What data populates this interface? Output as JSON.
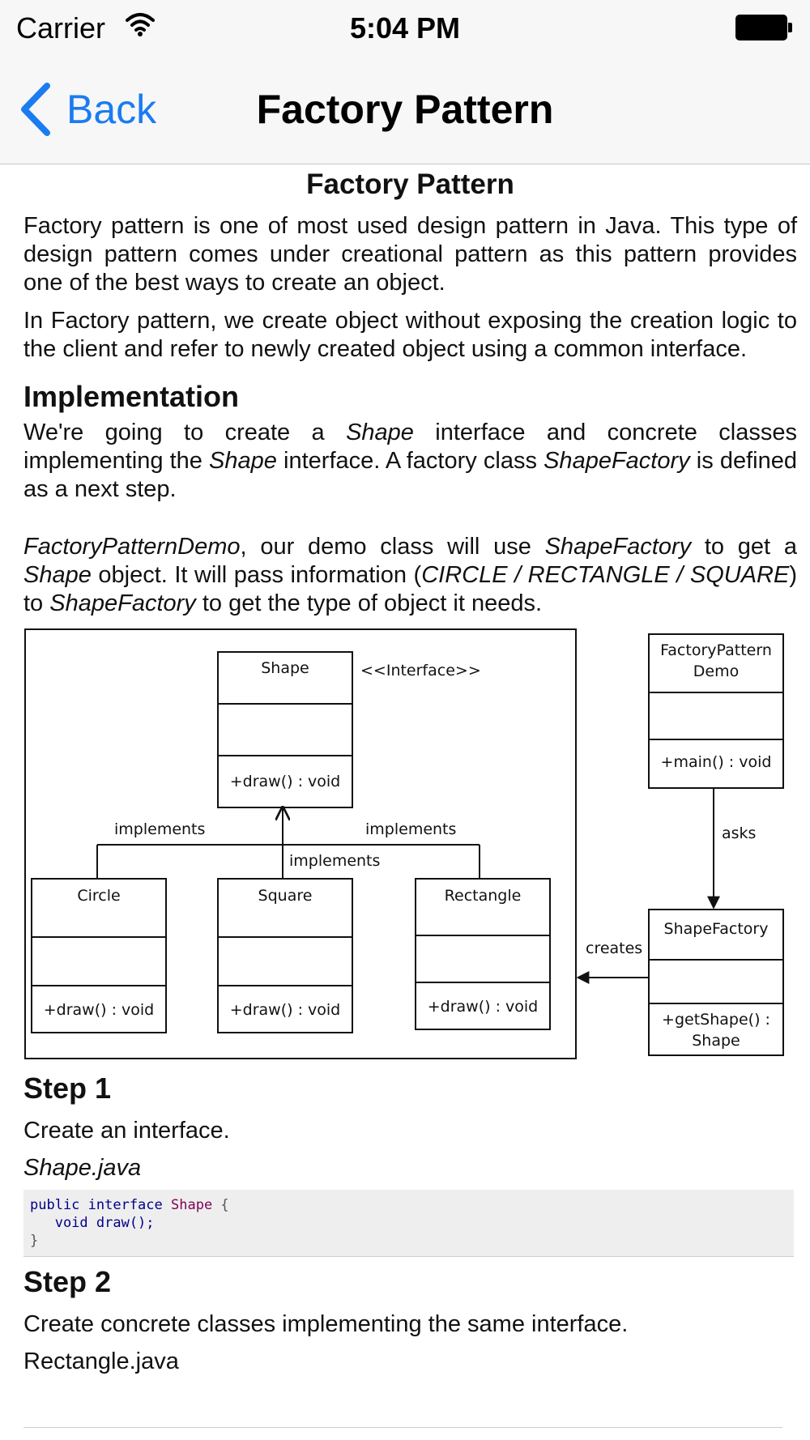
{
  "status_bar": {
    "carrier": "Carrier",
    "time": "5:04 PM"
  },
  "nav": {
    "back_label": "Back",
    "title": "Factory Pattern"
  },
  "article": {
    "title": "Factory Pattern",
    "intro_1": "Factory pattern is one of most used design pattern in Java. This type of design pattern comes under creational pattern as this pattern provides one of the best ways to create an object.",
    "intro_2": "In Factory pattern, we create object without exposing the creation logic to the client and refer to newly created object using a common interface.",
    "implementation_heading": "Implementation",
    "impl_p1": {
      "a": "We're going to create a ",
      "b": "Shape",
      "c": " interface and concrete classes implementing the ",
      "d": "Shape",
      "e": " interface. A factory class ",
      "f": "ShapeFactory",
      "g": " is defined as a next step."
    },
    "impl_p2": {
      "a": "FactoryPatternDemo",
      "b": ", our demo class will use ",
      "c": "ShapeFactory",
      "d": " to get a ",
      "e": "Shape",
      "f": " object. It will pass information (",
      "g": "CIRCLE / RECTANGLE / SQUARE",
      "h": ") to ",
      "i": "ShapeFactory",
      "j": " to get the type of object it needs."
    },
    "step1_heading": "Step 1",
    "step1_text": "Create an interface.",
    "step1_filename": "Shape.java",
    "step1_code": {
      "l1a": "public interface ",
      "l1b": "Shape",
      "l1c": " {",
      "l2": "   void draw();",
      "l3": "}"
    },
    "step2_heading": "Step 2",
    "step2_text": "Create concrete classes implementing the same interface.",
    "step2_filename": "Rectangle.java"
  },
  "diagram": {
    "shape_name": "Shape",
    "interface_label": "<<Interface>>",
    "shape_method": "+draw() : void",
    "implements_left": "implements",
    "implements_right": "implements",
    "implements_middle": "implements",
    "circle_name": "Circle",
    "circle_method": "+draw() : void",
    "square_name": "Square",
    "square_method": "+draw() : void",
    "rectangle_name": "Rectangle",
    "rectangle_method": "+draw() : void",
    "demo_name_1": "FactoryPattern",
    "demo_name_2": "Demo",
    "demo_method": "+main() : void",
    "asks_label": "asks",
    "factory_name": "ShapeFactory",
    "factory_method_1": "+getShape() :",
    "factory_method_2": "Shape",
    "creates_label": "creates"
  }
}
